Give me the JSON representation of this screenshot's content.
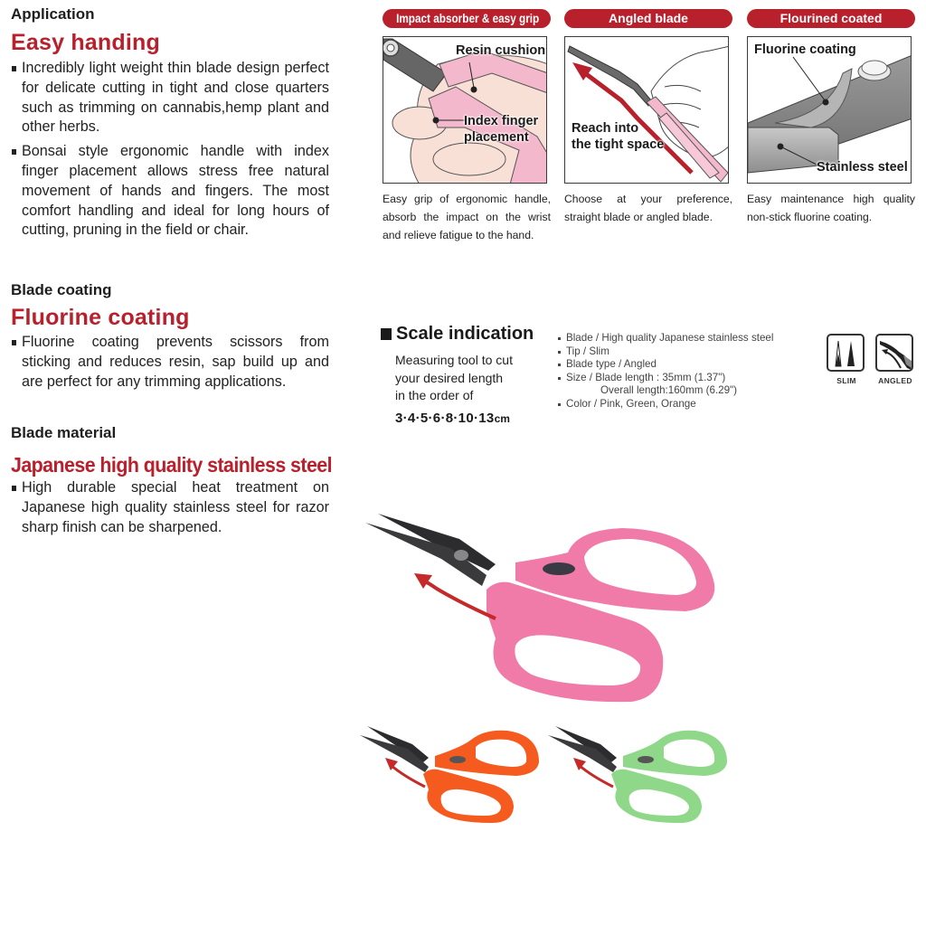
{
  "colors": {
    "accent_red": "#b8202c",
    "pink_handle": "#f07aa8",
    "orange_handle": "#f55a1e",
    "green_handle": "#8fd88a",
    "blade": "#2c2c2e"
  },
  "sections": [
    {
      "label": "Application",
      "title": "Easy handing",
      "bullets": [
        "Incredibly light weight thin blade design perfect for delicate cutting in tight and close quarters such as trimming on cannabis,hemp plant and other herbs.",
        "Bonsai style ergonomic handle with index finger placement allows stress free natural movement of hands and fingers. The most comfort handling and ideal for long hours of cutting, pruning in the field or chair."
      ]
    },
    {
      "label": "Blade coating",
      "title": "Fluorine coating",
      "bullets": [
        "Fluorine coating prevents scissors from sticking and reduces resin, sap build up and are perfect for any trimming applications."
      ]
    },
    {
      "label": "Blade material",
      "title": "Japanese high quality stainless steel",
      "bullets": [
        "High durable special heat treatment on Japanese high quality stainless steel for razor sharp finish can be sharpened."
      ]
    }
  ],
  "features": [
    {
      "header": "Impact absorber & easy grip",
      "callouts": [
        "Resin cushion",
        "Index finger",
        "placement"
      ],
      "caption": "Easy grip of ergonomic handle, absorb the impact on the wrist and relieve fatigue to the hand."
    },
    {
      "header": "Angled blade",
      "callouts": [
        "Reach into",
        "the tight space"
      ],
      "caption": "Choose at your preference, straight blade or angled blade."
    },
    {
      "header": "Flourined coated",
      "callouts": [
        "Fluorine coating",
        "Stainless steel"
      ],
      "caption": "Easy maintenance high quality non-stick fluorine coating."
    }
  ],
  "scale": {
    "title": "Scale indication",
    "description": [
      "Measuring tool to cut",
      "your desired length",
      "in the order of"
    ],
    "numbers": "3·4·5·6·8·10·13",
    "unit": "cm"
  },
  "specs": [
    "Blade / High quality Japanese stainless steel",
    "Tip / Slim",
    "Blade type / Angled",
    "Size / Blade length : 35mm (1.37\")",
    "Overall length:160mm (6.29\")",
    "Color / Pink, Green, Orange"
  ],
  "badges": [
    {
      "icon": "slim-tip-icon",
      "label": "SLIM"
    },
    {
      "icon": "angled-blade-icon",
      "label": "ANGLED"
    }
  ],
  "products": [
    {
      "color": "Pink",
      "size": "large"
    },
    {
      "color": "Orange",
      "size": "small"
    },
    {
      "color": "Green",
      "size": "small"
    }
  ]
}
